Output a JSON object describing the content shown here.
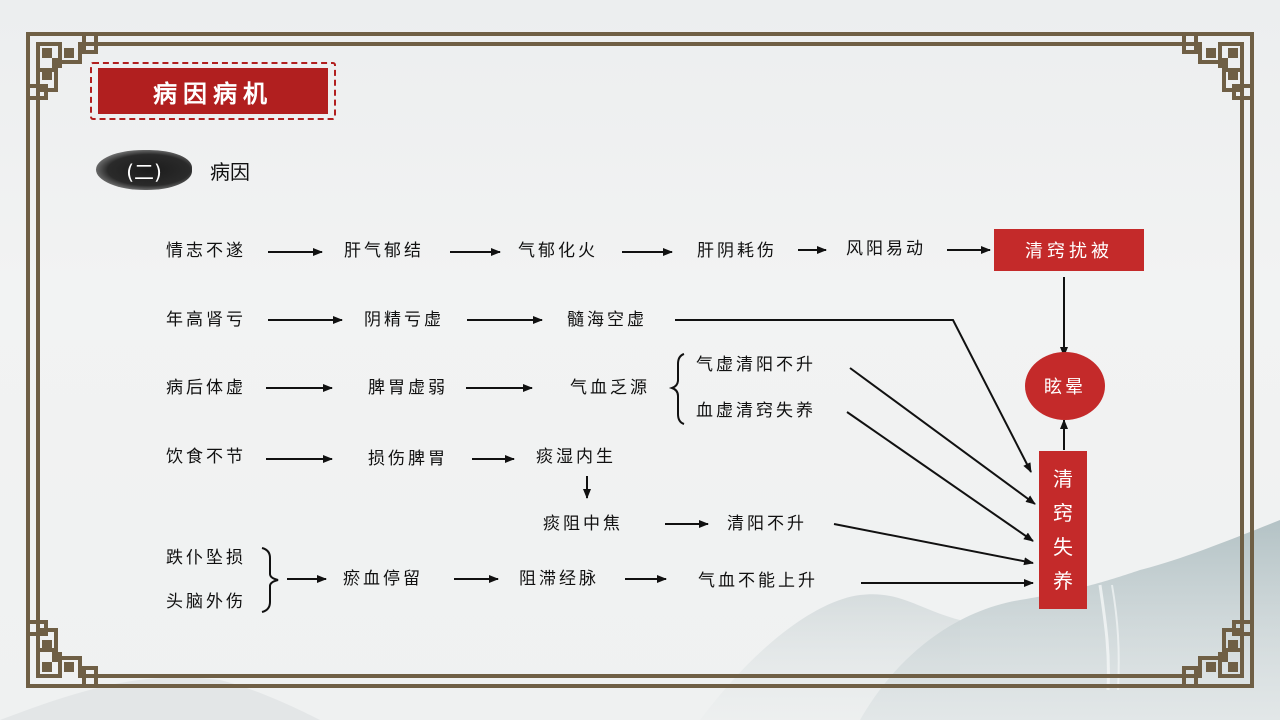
{
  "header": {
    "title": "病因病机",
    "section_number": "(二)",
    "section_title": "病因"
  },
  "colors": {
    "accent_red": "#c42a2a",
    "banner_red": "#b11f1f",
    "frame_brown": "#6f5f45",
    "text": "#111111"
  },
  "diagram": {
    "rows": [
      {
        "nodes": [
          "情志不遂",
          "肝气郁结",
          "气郁化火",
          "肝阴耗伤",
          "风阳易动"
        ],
        "target": "清窍扰被"
      },
      {
        "nodes": [
          "年高肾亏",
          "阴精亏虚",
          "髓海空虚"
        ],
        "target": "清窍失养"
      },
      {
        "nodes": [
          "病后体虚",
          "脾胃虚弱",
          "气血乏源"
        ],
        "branches": [
          "气虚清阳不升",
          "血虚清窍失养"
        ],
        "target": "清窍失养"
      },
      {
        "nodes": [
          "饮食不节",
          "损伤脾胃",
          "痰湿内生"
        ],
        "down": "痰阻中焦",
        "then": "清阳不升",
        "target": "清窍失养"
      },
      {
        "grouped_causes": [
          "跌仆坠损",
          "头脑外伤"
        ],
        "nodes": [
          "瘀血停留",
          "阻滞经脉",
          "气血不能上升"
        ],
        "target": "清窍失养"
      }
    ],
    "box_top": "清窍扰被",
    "box_bottom_chars": [
      "清",
      "窍",
      "失",
      "养"
    ],
    "center": "眩晕"
  }
}
